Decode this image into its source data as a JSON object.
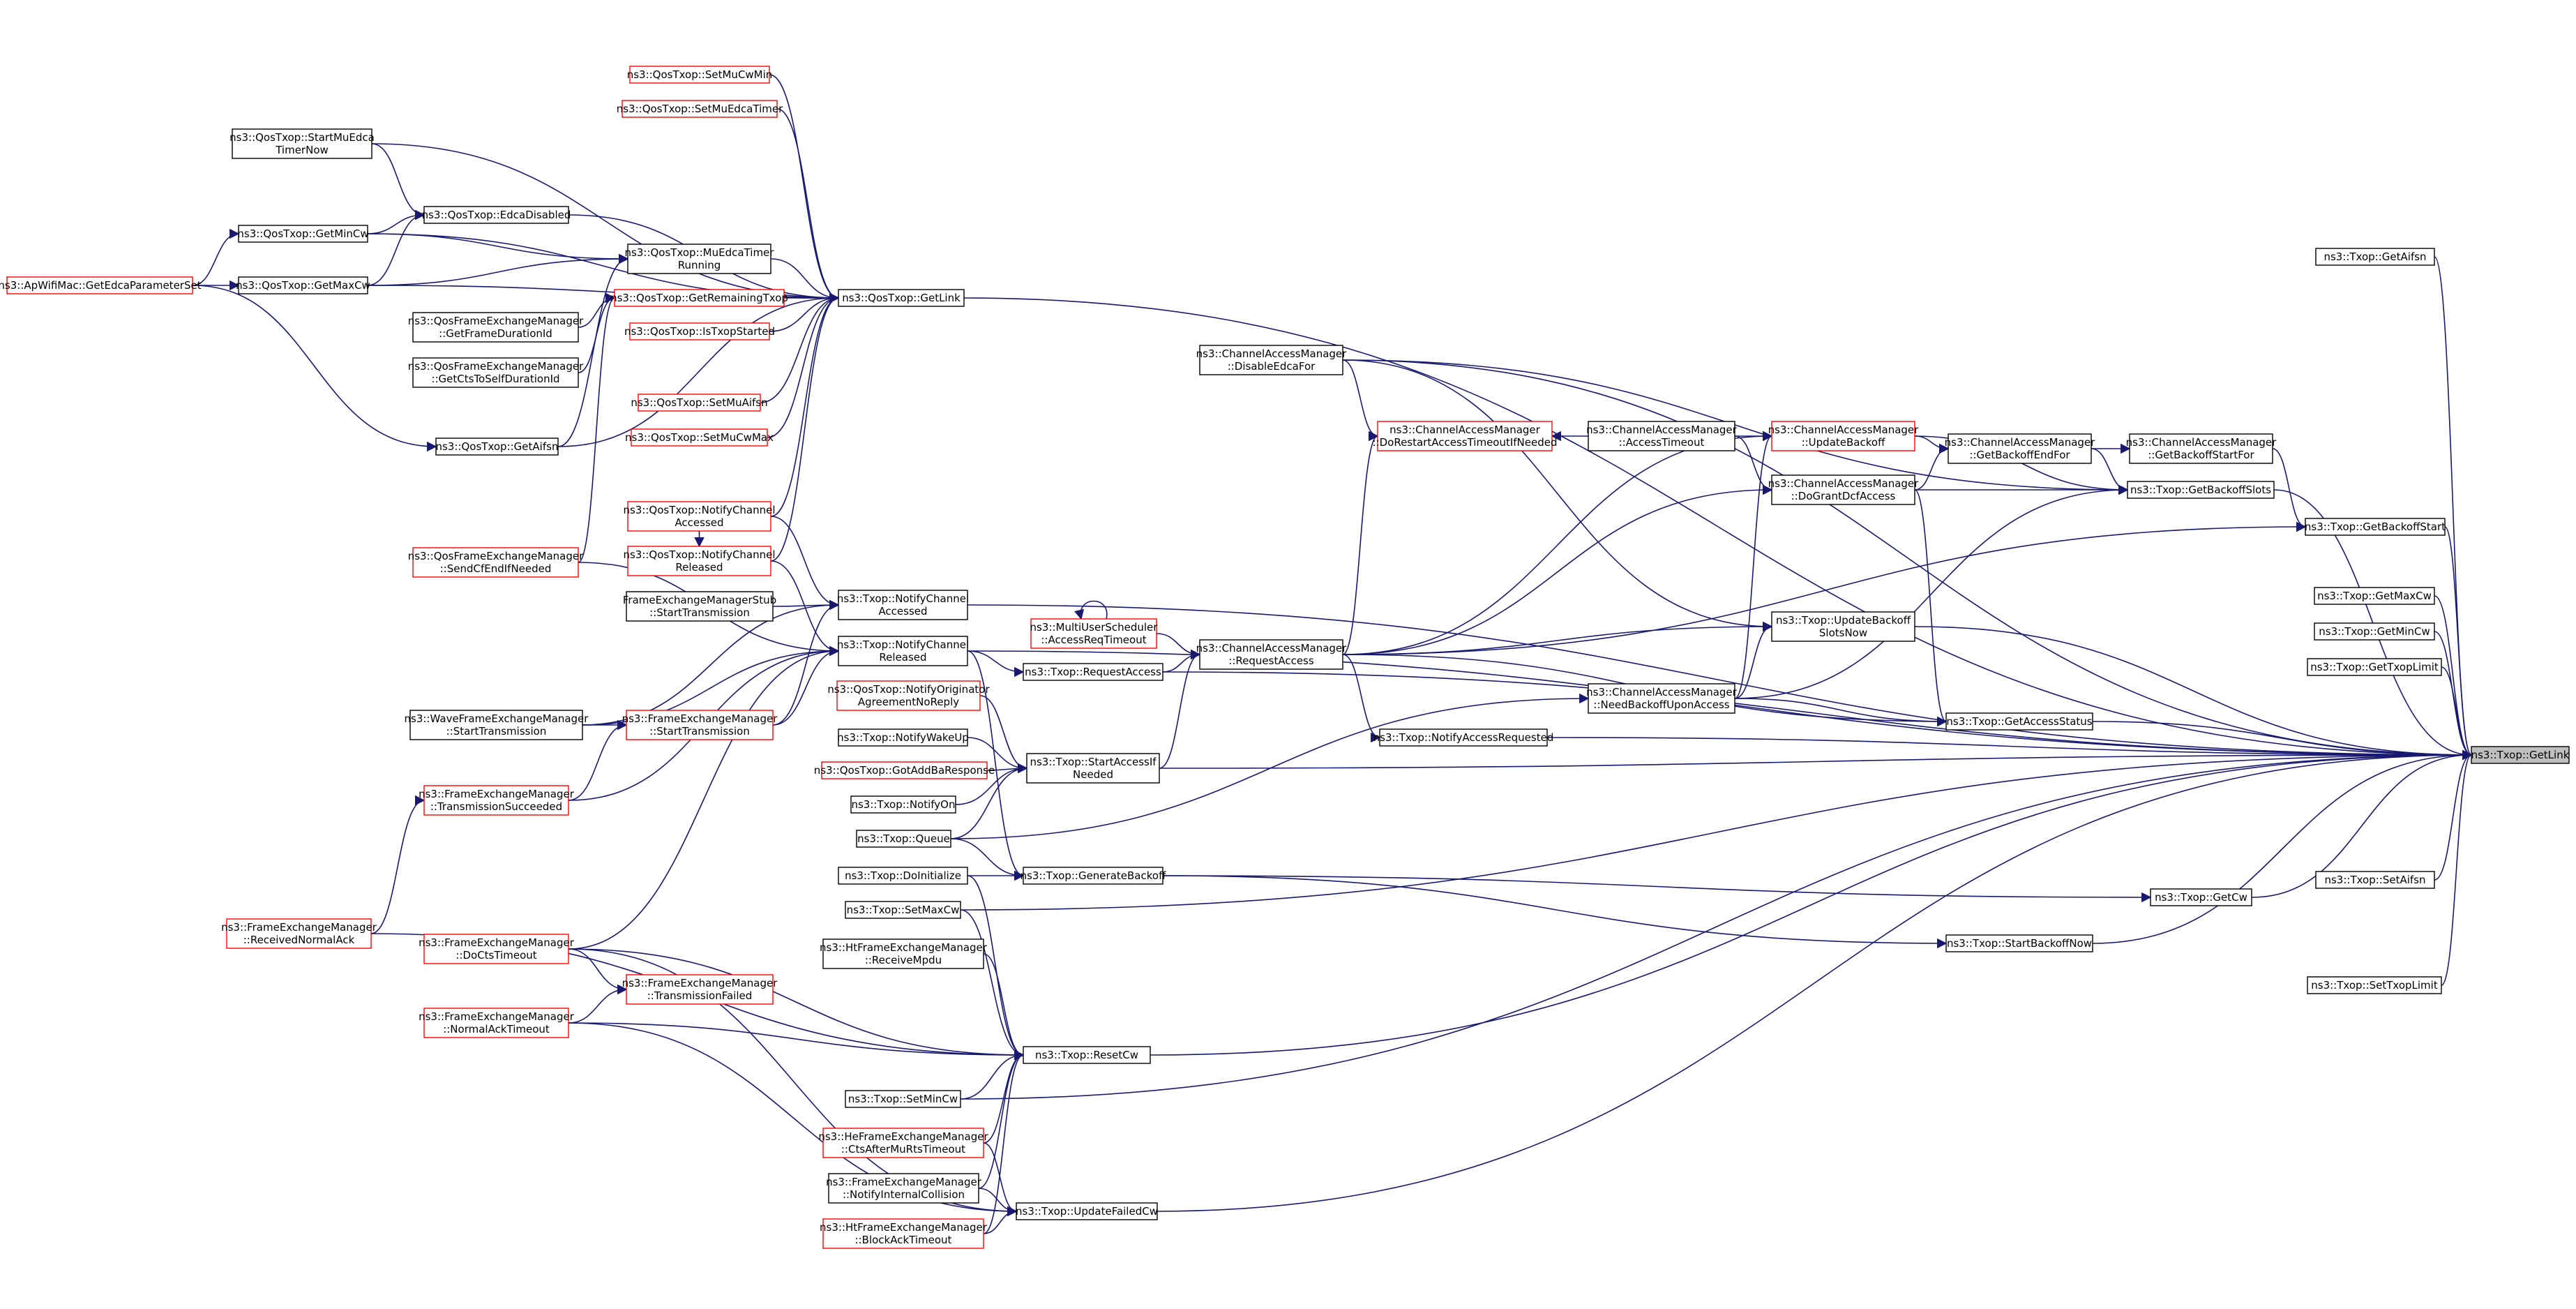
{
  "nodes": [
    {
      "id": "apWifi",
      "lines": [
        "ns3::ApWifiMac::GetEdcaParameterSet"
      ],
      "red": true
    },
    {
      "id": "qStartMu",
      "lines": [
        "ns3::QosTxop::StartMuEdca",
        "TimerNow"
      ]
    },
    {
      "id": "qGetMinCw",
      "lines": [
        "ns3::QosTxop::GetMinCw"
      ]
    },
    {
      "id": "qGetMaxCw",
      "lines": [
        "ns3::QosTxop::GetMaxCw"
      ]
    },
    {
      "id": "qEdcaDis",
      "lines": [
        "ns3::QosTxop::EdcaDisabled"
      ]
    },
    {
      "id": "qGetAifsn",
      "lines": [
        "ns3::QosTxop::GetAifsn"
      ]
    },
    {
      "id": "qfemFrameDur",
      "lines": [
        "ns3::QosFrameExchangeManager",
        "::GetFrameDurationId"
      ]
    },
    {
      "id": "qfemCts",
      "lines": [
        "ns3::QosFrameExchangeManager",
        "::GetCtsToSelfDurationId"
      ]
    },
    {
      "id": "qfemSend",
      "lines": [
        "ns3::QosFrameExchangeManager",
        "::SendCfEndIfNeeded"
      ],
      "red": true
    },
    {
      "id": "wfem",
      "lines": [
        "ns3::WaveFrameExchangeManager",
        "::StartTransmission"
      ]
    },
    {
      "id": "femTxSucc",
      "lines": [
        "ns3::FrameExchangeManager",
        "::TransmissionSucceeded"
      ],
      "red": true
    },
    {
      "id": "femRecvAck",
      "lines": [
        "ns3::FrameExchangeManager",
        "::ReceivedNormalAck"
      ],
      "red": true
    },
    {
      "id": "femCtsTo",
      "lines": [
        "ns3::FrameExchangeManager",
        "::DoCtsTimeout"
      ],
      "red": true
    },
    {
      "id": "femAckTo",
      "lines": [
        "ns3::FrameExchangeManager",
        "::NormalAckTimeout"
      ],
      "red": true
    },
    {
      "id": "qSetMuCwMin",
      "lines": [
        "ns3::QosTxop::SetMuCwMin"
      ],
      "red": true
    },
    {
      "id": "qSetMuEdcaT",
      "lines": [
        "ns3::QosTxop::SetMuEdcaTimer"
      ],
      "red": true
    },
    {
      "id": "qMuEdcaRun",
      "lines": [
        "ns3::QosTxop::MuEdcaTimer",
        "Running"
      ]
    },
    {
      "id": "qGetRemain",
      "lines": [
        "ns3::QosTxop::GetRemainingTxop"
      ],
      "red": true
    },
    {
      "id": "qIsTxop",
      "lines": [
        "ns3::QosTxop::IsTxopStarted"
      ],
      "red": true
    },
    {
      "id": "qSetMuAifsn",
      "lines": [
        "ns3::QosTxop::SetMuAifsn"
      ],
      "red": true
    },
    {
      "id": "qSetMuCwMax",
      "lines": [
        "ns3::QosTxop::SetMuCwMax"
      ],
      "red": true
    },
    {
      "id": "qNotifAcc",
      "lines": [
        "ns3::QosTxop::NotifyChannel",
        "Accessed"
      ],
      "red": true
    },
    {
      "id": "qNotifRel",
      "lines": [
        "ns3::QosTxop::NotifyChannel",
        "Released"
      ],
      "red": true
    },
    {
      "id": "femStub",
      "lines": [
        "FrameExchangeManagerStub",
        "::StartTransmission"
      ]
    },
    {
      "id": "femStart",
      "lines": [
        "ns3::FrameExchangeManager",
        "::StartTransmission"
      ],
      "red": true
    },
    {
      "id": "femTxFail",
      "lines": [
        "ns3::FrameExchangeManager",
        "::TransmissionFailed"
      ],
      "red": true
    },
    {
      "id": "qosGetLink",
      "lines": [
        "ns3::QosTxop::GetLink"
      ]
    },
    {
      "id": "tNotifAcc",
      "lines": [
        "ns3::Txop::NotifyChannel",
        "Accessed"
      ]
    },
    {
      "id": "tNotifRel",
      "lines": [
        "ns3::Txop::NotifyChannel",
        "Released"
      ]
    },
    {
      "id": "qNotifOrig",
      "lines": [
        "ns3::QosTxop::NotifyOriginator",
        "AgreementNoReply"
      ],
      "red": true
    },
    {
      "id": "tWakeUp",
      "lines": [
        "ns3::Txop::NotifyWakeUp"
      ]
    },
    {
      "id": "qGotAddBa",
      "lines": [
        "ns3::QosTxop::GotAddBaResponse"
      ],
      "red": true
    },
    {
      "id": "tNotifyOn",
      "lines": [
        "ns3::Txop::NotifyOn"
      ]
    },
    {
      "id": "tQueue",
      "lines": [
        "ns3::Txop::Queue"
      ]
    },
    {
      "id": "tDoInit",
      "lines": [
        "ns3::Txop::DoInitialize"
      ]
    },
    {
      "id": "tSetMaxCw",
      "lines": [
        "ns3::Txop::SetMaxCw"
      ]
    },
    {
      "id": "htRecvMpdu",
      "lines": [
        "ns3::HtFrameExchangeManager",
        "::ReceiveMpdu"
      ]
    },
    {
      "id": "tSetMinCw",
      "lines": [
        "ns3::Txop::SetMinCw"
      ]
    },
    {
      "id": "heCts",
      "lines": [
        "ns3::HeFrameExchangeManager",
        "::CtsAfterMuRtsTimeout"
      ],
      "red": true
    },
    {
      "id": "femIntColl",
      "lines": [
        "ns3::FrameExchangeManager",
        "::NotifyInternalCollision"
      ]
    },
    {
      "id": "htBlockAck",
      "lines": [
        "ns3::HtFrameExchangeManager",
        "::BlockAckTimeout"
      ],
      "red": true
    },
    {
      "id": "tReqAccess",
      "lines": [
        "ns3::Txop::RequestAccess"
      ]
    },
    {
      "id": "tStartIf",
      "lines": [
        "ns3::Txop::StartAccessIf",
        "Needed"
      ]
    },
    {
      "id": "tGenBackoff",
      "lines": [
        "ns3::Txop::GenerateBackoff"
      ]
    },
    {
      "id": "tResetCw",
      "lines": [
        "ns3::Txop::ResetCw"
      ]
    },
    {
      "id": "tUpdFailCw",
      "lines": [
        "ns3::Txop::UpdateFailedCw"
      ]
    },
    {
      "id": "muSched",
      "lines": [
        "ns3::MultiUserScheduler",
        "::AccessReqTimeout"
      ],
      "red": true
    },
    {
      "id": "camDisable",
      "lines": [
        "ns3::ChannelAccessManager",
        "::DisableEdcaFor"
      ]
    },
    {
      "id": "camRequest",
      "lines": [
        "ns3::ChannelAccessManager",
        "::RequestAccess"
      ]
    },
    {
      "id": "tNotifReq",
      "lines": [
        "ns3::Txop::NotifyAccessRequested"
      ]
    },
    {
      "id": "camDoRestart",
      "lines": [
        "ns3::ChannelAccessManager",
        "::DoRestartAccessTimeoutIfNeeded"
      ],
      "red": true
    },
    {
      "id": "camAccTo",
      "lines": [
        "ns3::ChannelAccessManager",
        "::AccessTimeout"
      ]
    },
    {
      "id": "camNeedBo",
      "lines": [
        "ns3::ChannelAccessManager",
        "::NeedBackoffUponAccess"
      ]
    },
    {
      "id": "camUpdBo",
      "lines": [
        "ns3::ChannelAccessManager",
        "::UpdateBackoff"
      ],
      "red": true
    },
    {
      "id": "camDoGrant",
      "lines": [
        "ns3::ChannelAccessManager",
        "::DoGrantDcfAccess"
      ]
    },
    {
      "id": "tUpdBoSlots",
      "lines": [
        "ns3::Txop::UpdateBackoff",
        "SlotsNow"
      ]
    },
    {
      "id": "camBoEnd",
      "lines": [
        "ns3::ChannelAccessManager",
        "::GetBackoffEndFor"
      ]
    },
    {
      "id": "camBoStart",
      "lines": [
        "ns3::ChannelAccessManager",
        "::GetBackoffStartFor"
      ]
    },
    {
      "id": "tGetAccStat",
      "lines": [
        "ns3::Txop::GetAccessStatus"
      ]
    },
    {
      "id": "tGetCw",
      "lines": [
        "ns3::Txop::GetCw"
      ]
    },
    {
      "id": "tStartBoNow",
      "lines": [
        "ns3::Txop::StartBackoffNow"
      ]
    },
    {
      "id": "tGetBoSlots",
      "lines": [
        "ns3::Txop::GetBackoffSlots"
      ]
    },
    {
      "id": "tGetBoStart",
      "lines": [
        "ns3::Txop::GetBackoffStart"
      ]
    },
    {
      "id": "tGetAifsn",
      "lines": [
        "ns3::Txop::GetAifsn"
      ]
    },
    {
      "id": "tGetMaxCw",
      "lines": [
        "ns3::Txop::GetMaxCw"
      ]
    },
    {
      "id": "tGetMinCw",
      "lines": [
        "ns3::Txop::GetMinCw"
      ]
    },
    {
      "id": "tGetTxopLim",
      "lines": [
        "ns3::Txop::GetTxopLimit"
      ]
    },
    {
      "id": "tSetAifsn",
      "lines": [
        "ns3::Txop::SetAifsn"
      ]
    },
    {
      "id": "tSetTxopLim",
      "lines": [
        "ns3::Txop::SetTxopLimit"
      ]
    },
    {
      "id": "tGetLink",
      "lines": [
        "ns3::Txop::GetLink"
      ],
      "focus": true
    }
  ],
  "edges": [
    [
      "qGetMinCw",
      "apWifi"
    ],
    [
      "qGetMaxCw",
      "apWifi"
    ],
    [
      "qGetAifsn",
      "apWifi"
    ],
    [
      "qEdcaDis",
      "qStartMu"
    ],
    [
      "qEdcaDis",
      "qGetMinCw"
    ],
    [
      "qEdcaDis",
      "qGetMaxCw"
    ],
    [
      "qMuEdcaRun",
      "qGetMinCw"
    ],
    [
      "qMuEdcaRun",
      "qGetMaxCw"
    ],
    [
      "qMuEdcaRun",
      "qGetAifsn"
    ],
    [
      "qGetRemain",
      "qfemFrameDur"
    ],
    [
      "qGetRemain",
      "qfemCts"
    ],
    [
      "qGetRemain",
      "qfemSend"
    ],
    [
      "qNotifRel",
      "qNotifAcc"
    ],
    [
      "femStart",
      "wfem"
    ],
    [
      "femStart",
      "femTxSucc"
    ],
    [
      "femTxSucc",
      "femRecvAck"
    ],
    [
      "femTxFail",
      "femCtsTo"
    ],
    [
      "femTxFail",
      "femAckTo"
    ],
    [
      "qosGetLink",
      "qStartMu"
    ],
    [
      "qosGetLink",
      "qGetMinCw"
    ],
    [
      "qosGetLink",
      "qGetMaxCw"
    ],
    [
      "qosGetLink",
      "qEdcaDis"
    ],
    [
      "qosGetLink",
      "qGetAifsn"
    ],
    [
      "qosGetLink",
      "qSetMuCwMin"
    ],
    [
      "qosGetLink",
      "qSetMuEdcaT"
    ],
    [
      "qosGetLink",
      "qMuEdcaRun"
    ],
    [
      "qosGetLink",
      "qGetRemain"
    ],
    [
      "qosGetLink",
      "qIsTxop"
    ],
    [
      "qosGetLink",
      "qSetMuAifsn"
    ],
    [
      "qosGetLink",
      "qSetMuCwMax"
    ],
    [
      "qosGetLink",
      "qNotifAcc"
    ],
    [
      "qosGetLink",
      "qNotifRel"
    ],
    [
      "tNotifAcc",
      "qNotifAcc"
    ],
    [
      "tNotifAcc",
      "femStub"
    ],
    [
      "tNotifAcc",
      "wfem"
    ],
    [
      "tNotifAcc",
      "femStart"
    ],
    [
      "tNotifRel",
      "qNotifRel"
    ],
    [
      "tNotifRel",
      "qfemSend"
    ],
    [
      "tNotifRel",
      "wfem"
    ],
    [
      "tNotifRel",
      "femStart"
    ],
    [
      "tNotifRel",
      "femTxSucc"
    ],
    [
      "tNotifRel",
      "femCtsTo"
    ],
    [
      "tReqAccess",
      "tNotifRel"
    ],
    [
      "tStartIf",
      "qNotifOrig"
    ],
    [
      "tStartIf",
      "tWakeUp"
    ],
    [
      "tStartIf",
      "qGotAddBa"
    ],
    [
      "tStartIf",
      "tNotifyOn"
    ],
    [
      "tStartIf",
      "tQueue"
    ],
    [
      "tGenBackoff",
      "tNotifRel"
    ],
    [
      "tGenBackoff",
      "tQueue"
    ],
    [
      "tGenBackoff",
      "tDoInit"
    ],
    [
      "tResetCw",
      "tDoInit"
    ],
    [
      "tResetCw",
      "tSetMaxCw"
    ],
    [
      "tResetCw",
      "htRecvMpdu"
    ],
    [
      "tResetCw",
      "tSetMinCw"
    ],
    [
      "tResetCw",
      "heCts"
    ],
    [
      "tResetCw",
      "femIntColl"
    ],
    [
      "tResetCw",
      "htBlockAck"
    ],
    [
      "tResetCw",
      "femCtsTo"
    ],
    [
      "tResetCw",
      "femAckTo"
    ],
    [
      "tResetCw",
      "femRecvAck"
    ],
    [
      "tUpdFailCw",
      "femIntColl"
    ],
    [
      "tUpdFailCw",
      "htBlockAck"
    ],
    [
      "tUpdFailCw",
      "heCts"
    ],
    [
      "tUpdFailCw",
      "femAckTo"
    ],
    [
      "tUpdFailCw",
      "femCtsTo"
    ],
    [
      "muSched",
      "muSched"
    ],
    [
      "camRequest",
      "tReqAccess"
    ],
    [
      "camRequest",
      "tStartIf"
    ],
    [
      "camRequest",
      "muSched"
    ],
    [
      "camDoRestart",
      "camRequest"
    ],
    [
      "camDoRestart",
      "camDisable"
    ],
    [
      "camDoRestart",
      "camAccTo"
    ],
    [
      "camNeedBo",
      "tQueue"
    ],
    [
      "camUpdBo",
      "camRequest"
    ],
    [
      "camUpdBo",
      "camAccTo"
    ],
    [
      "camUpdBo",
      "camNeedBo"
    ],
    [
      "camDoGrant",
      "camRequest"
    ],
    [
      "camDoGrant",
      "camAccTo"
    ],
    [
      "tNotifReq",
      "camRequest"
    ],
    [
      "tUpdBoSlots",
      "camDisable"
    ],
    [
      "tUpdBoSlots",
      "camRequest"
    ],
    [
      "tUpdBoSlots",
      "camNeedBo"
    ],
    [
      "camBoEnd",
      "camUpdBo"
    ],
    [
      "camBoEnd",
      "camDoGrant"
    ],
    [
      "camBoStart",
      "camBoEnd"
    ],
    [
      "tGetAccStat",
      "camDoGrant"
    ],
    [
      "tGetAccStat",
      "camNeedBo"
    ],
    [
      "tGetAccStat",
      "camRequest"
    ],
    [
      "tGetCw",
      "tGenBackoff"
    ],
    [
      "tStartBoNow",
      "tGenBackoff"
    ],
    [
      "tGetBoSlots",
      "camDisable"
    ],
    [
      "tGetBoSlots",
      "camDoGrant"
    ],
    [
      "tGetBoSlots",
      "camBoEnd"
    ],
    [
      "tGetBoSlots",
      "camUpdBo"
    ],
    [
      "tGetBoSlots",
      "camNeedBo"
    ],
    [
      "tGetBoStart",
      "camBoStart"
    ],
    [
      "tGetBoStart",
      "camRequest"
    ],
    [
      "tGetLink",
      "qosGetLink"
    ],
    [
      "tGetLink",
      "camDisable"
    ],
    [
      "tGetLink",
      "tNotifAcc"
    ],
    [
      "tGetLink",
      "tNotifRel"
    ],
    [
      "tGetLink",
      "tGetAifsn"
    ],
    [
      "tGetLink",
      "tGetBoSlots"
    ],
    [
      "tGetLink",
      "tGetBoStart"
    ],
    [
      "tGetLink",
      "tGetMaxCw"
    ],
    [
      "tGetLink",
      "tGetMinCw"
    ],
    [
      "tGetLink",
      "tGetTxopLim"
    ],
    [
      "tGetLink",
      "tUpdBoSlots"
    ],
    [
      "tGetLink",
      "tGetAccStat"
    ],
    [
      "tGetLink",
      "tNotifReq"
    ],
    [
      "tGetLink",
      "tReqAccess"
    ],
    [
      "tGetLink",
      "tStartIf"
    ],
    [
      "tGetLink",
      "tSetAifsn"
    ],
    [
      "tGetLink",
      "tGetCw"
    ],
    [
      "tGetLink",
      "tStartBoNow"
    ],
    [
      "tGetLink",
      "tSetMaxCw"
    ],
    [
      "tGetLink",
      "tSetTxopLim"
    ],
    [
      "tGetLink",
      "tResetCw"
    ],
    [
      "tGetLink",
      "tSetMinCw"
    ],
    [
      "tGetLink",
      "tUpdFailCw"
    ]
  ]
}
